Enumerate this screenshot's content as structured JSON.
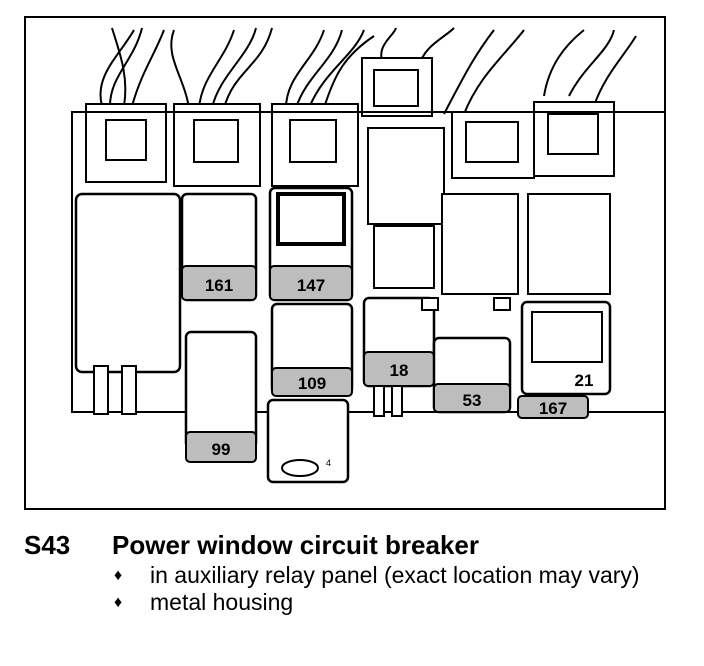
{
  "diagram": {
    "components": [
      {
        "id": "161",
        "label": "161"
      },
      {
        "id": "147",
        "label": "147"
      },
      {
        "id": "109",
        "label": "109"
      },
      {
        "id": "99",
        "label": "99"
      },
      {
        "id": "18",
        "label": "18"
      },
      {
        "id": "53",
        "label": "53"
      },
      {
        "id": "21",
        "label": "21"
      },
      {
        "id": "167",
        "label": "167"
      },
      {
        "id": "position-4",
        "label": "4"
      }
    ],
    "colors": {
      "line": "#000000",
      "fill": "#ffffff",
      "shade": "#e6e6e6",
      "tag": "#bdbdbd"
    }
  },
  "caption": {
    "code": "S43",
    "title": "Power window circuit breaker",
    "bullets": [
      "in auxiliary relay panel (exact location may vary)",
      "metal housing"
    ],
    "bullet_icon": "diamond-bullet-icon"
  }
}
